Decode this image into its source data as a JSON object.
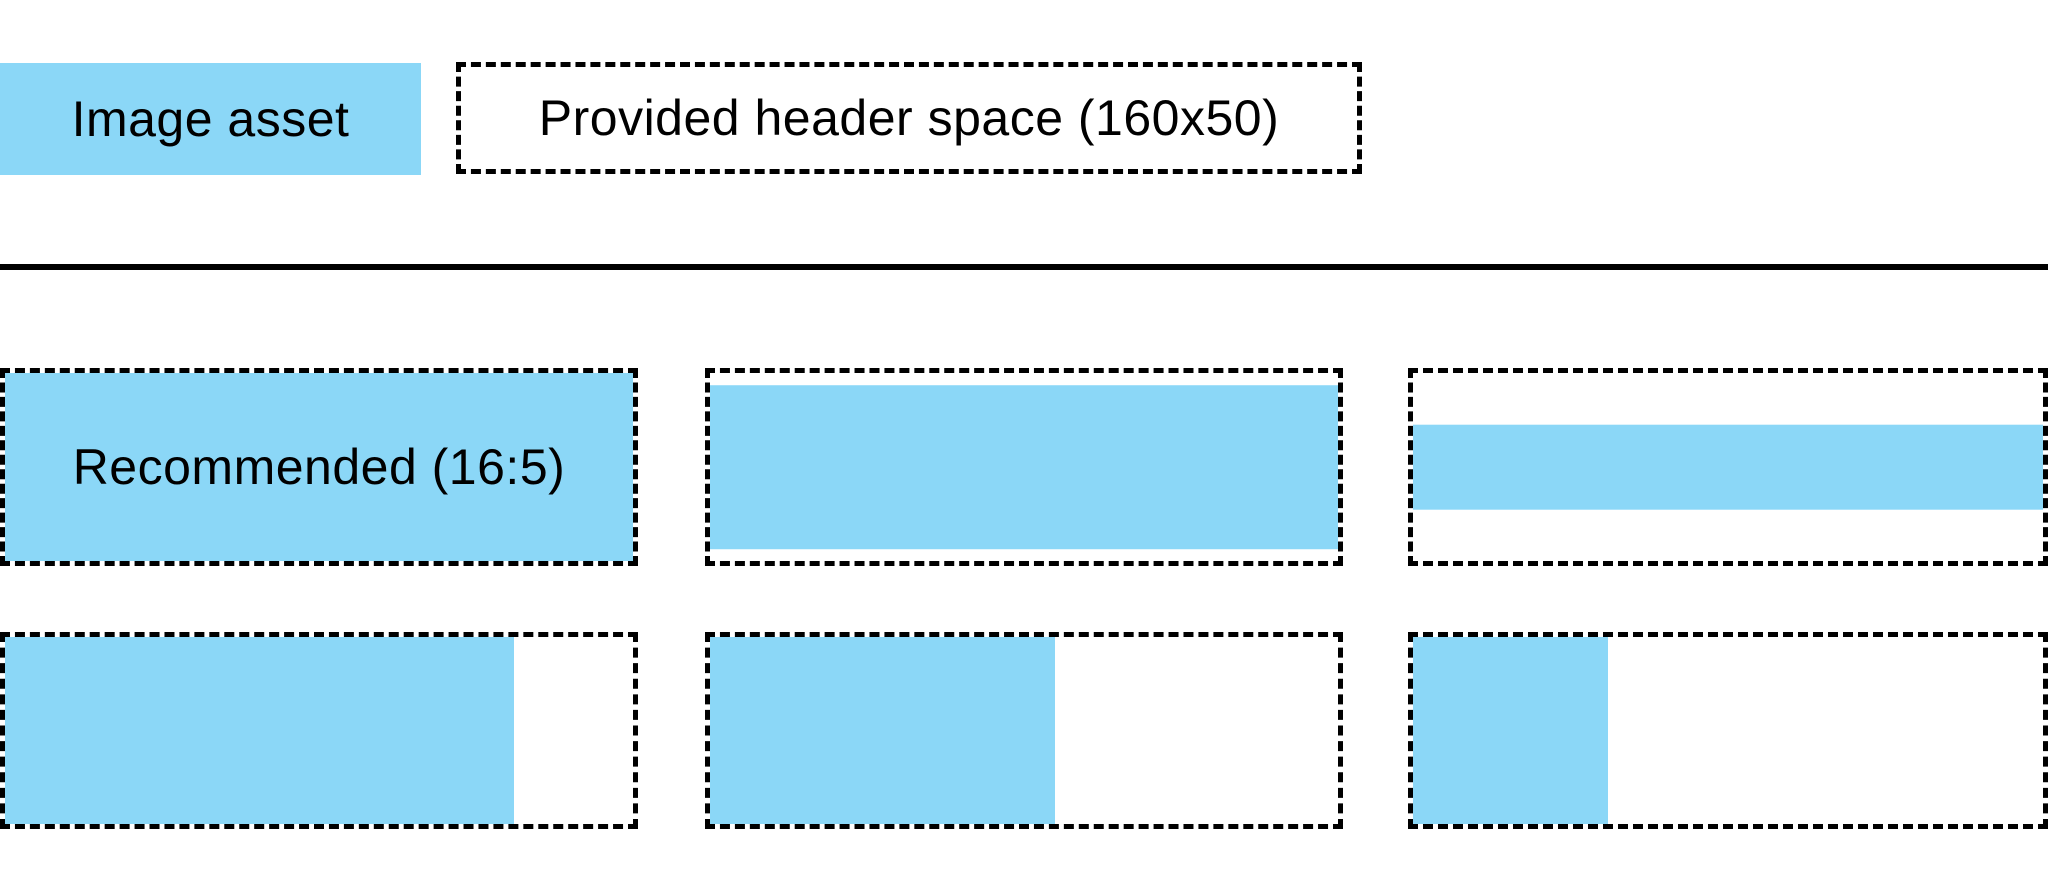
{
  "colors": {
    "asset_blue": "#8bd7f7",
    "line_black": "#000000",
    "background": "#ffffff"
  },
  "legend": {
    "asset_label": "Image asset",
    "header_space_label": "Provided header space (160x50)"
  },
  "examples": {
    "items": [
      {
        "name": "recommended-16x5",
        "label": "Recommended (16:5)",
        "fill": {
          "width_pct": 100,
          "height_pct": 100,
          "valign": "top"
        }
      },
      {
        "name": "wide-asset-vertically-centered",
        "label": "",
        "fill": {
          "width_pct": 100,
          "height_pct": 87,
          "valign": "center"
        }
      },
      {
        "name": "extra-wide-asset-vertically-centered",
        "label": "",
        "fill": {
          "width_pct": 100,
          "height_pct": 45,
          "valign": "center"
        }
      },
      {
        "name": "tall-asset-left-aligned",
        "label": "",
        "fill": {
          "width_pct": 81,
          "height_pct": 100,
          "valign": "top"
        }
      },
      {
        "name": "taller-asset-left-aligned",
        "label": "",
        "fill": {
          "width_pct": 55,
          "height_pct": 100,
          "valign": "top"
        }
      },
      {
        "name": "square-asset-left-aligned",
        "label": "",
        "fill": {
          "width_pct": 31,
          "height_pct": 100,
          "valign": "top"
        }
      }
    ]
  }
}
